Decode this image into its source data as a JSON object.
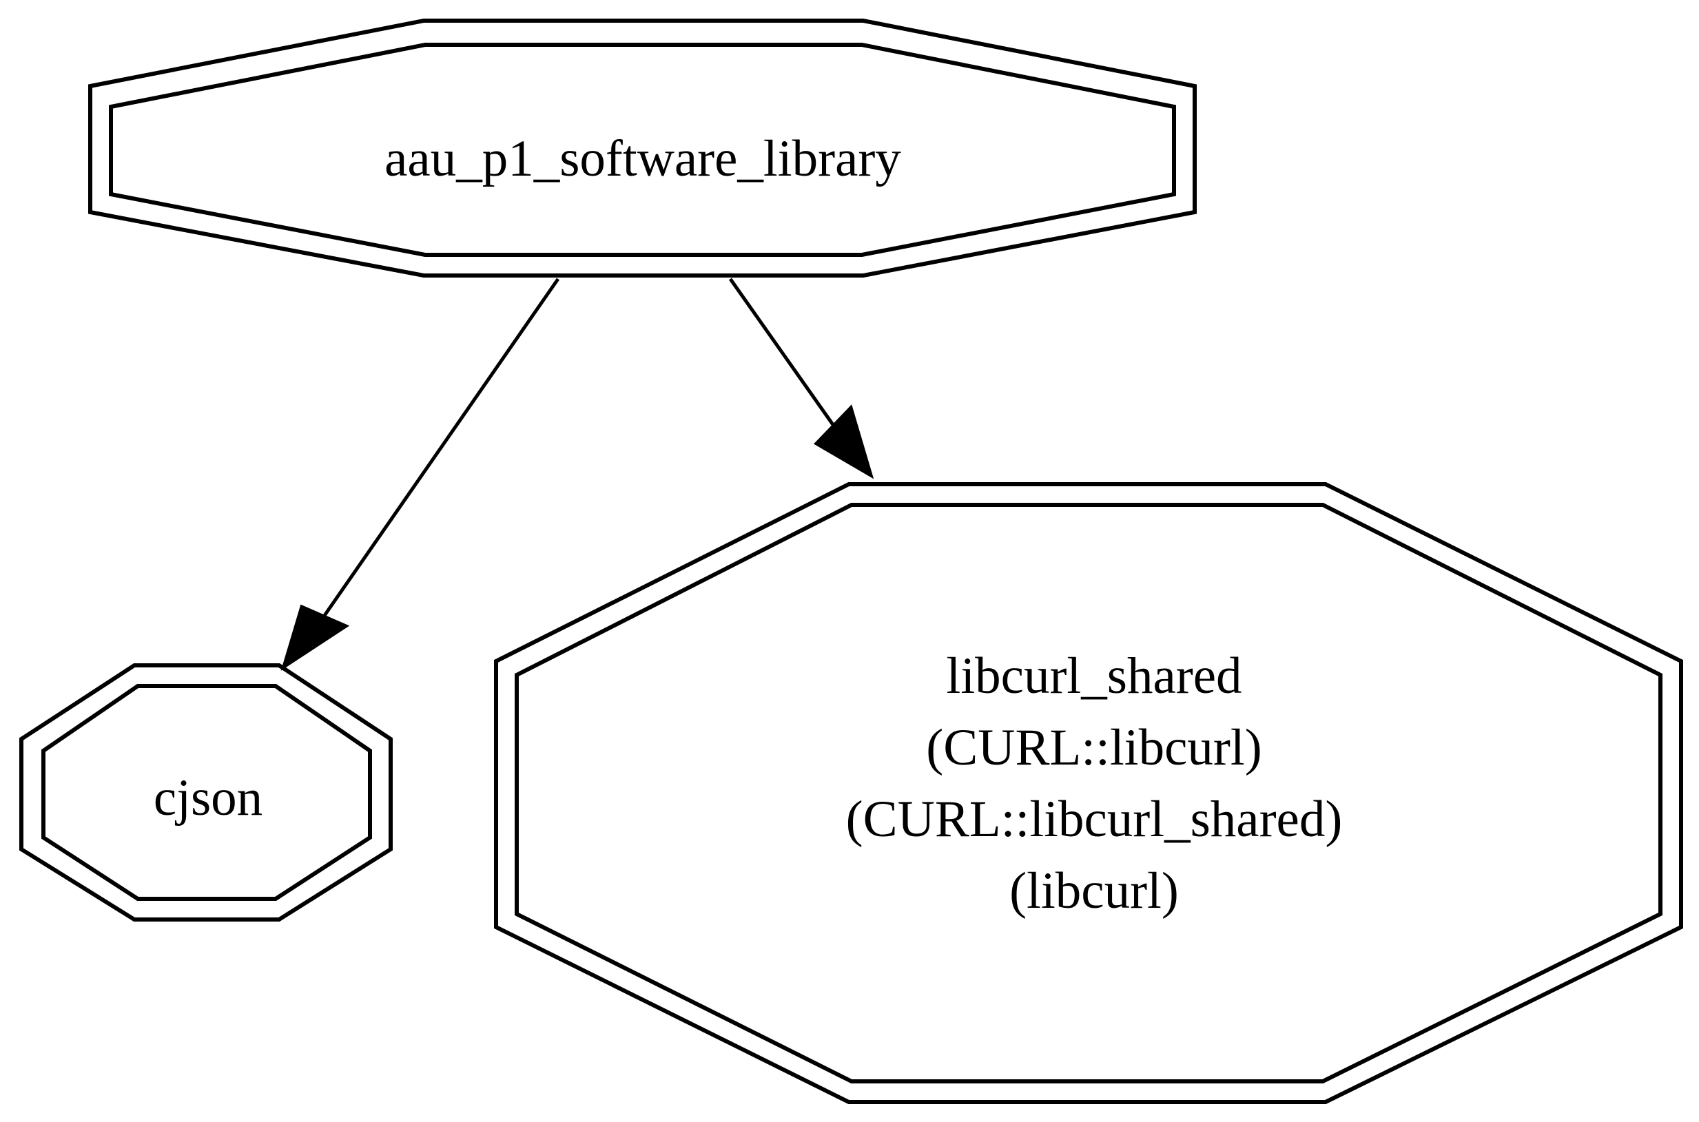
{
  "graph": {
    "nodes": {
      "library": {
        "label": "aau_p1_software_library"
      },
      "cjson": {
        "label": "cjson"
      },
      "libcurl": {
        "lines": [
          "libcurl_shared",
          "(CURL::libcurl)",
          "(CURL::libcurl_shared)",
          "(libcurl)"
        ]
      }
    },
    "edges": [
      {
        "from": "aau_p1_software_library",
        "to": "cjson"
      },
      {
        "from": "aau_p1_software_library",
        "to": "libcurl_shared"
      }
    ]
  }
}
